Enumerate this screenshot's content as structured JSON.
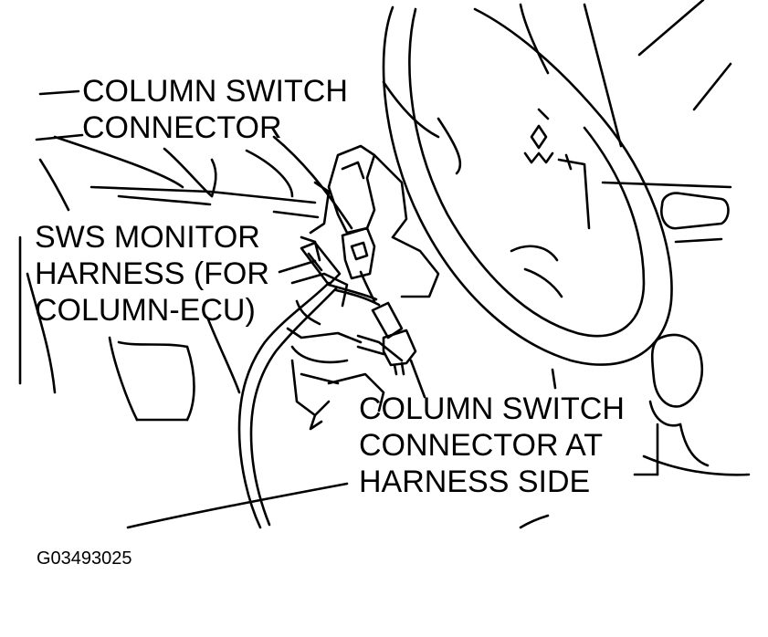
{
  "colors": {
    "ink": "#000000",
    "paper": "#ffffff"
  },
  "callouts": {
    "column_switch_connector": {
      "line1": "COLUMN SWITCH",
      "line2": "CONNECTOR"
    },
    "sws_monitor_harness": {
      "line1": "SWS MONITOR",
      "line2": "HARNESS (FOR",
      "line3": "COLUMN-ECU)"
    },
    "harness_side_connector": {
      "line1": "COLUMN SWITCH",
      "line2": "CONNECTOR AT",
      "line3": "HARNESS SIDE"
    }
  },
  "figure_code": "G03493025"
}
